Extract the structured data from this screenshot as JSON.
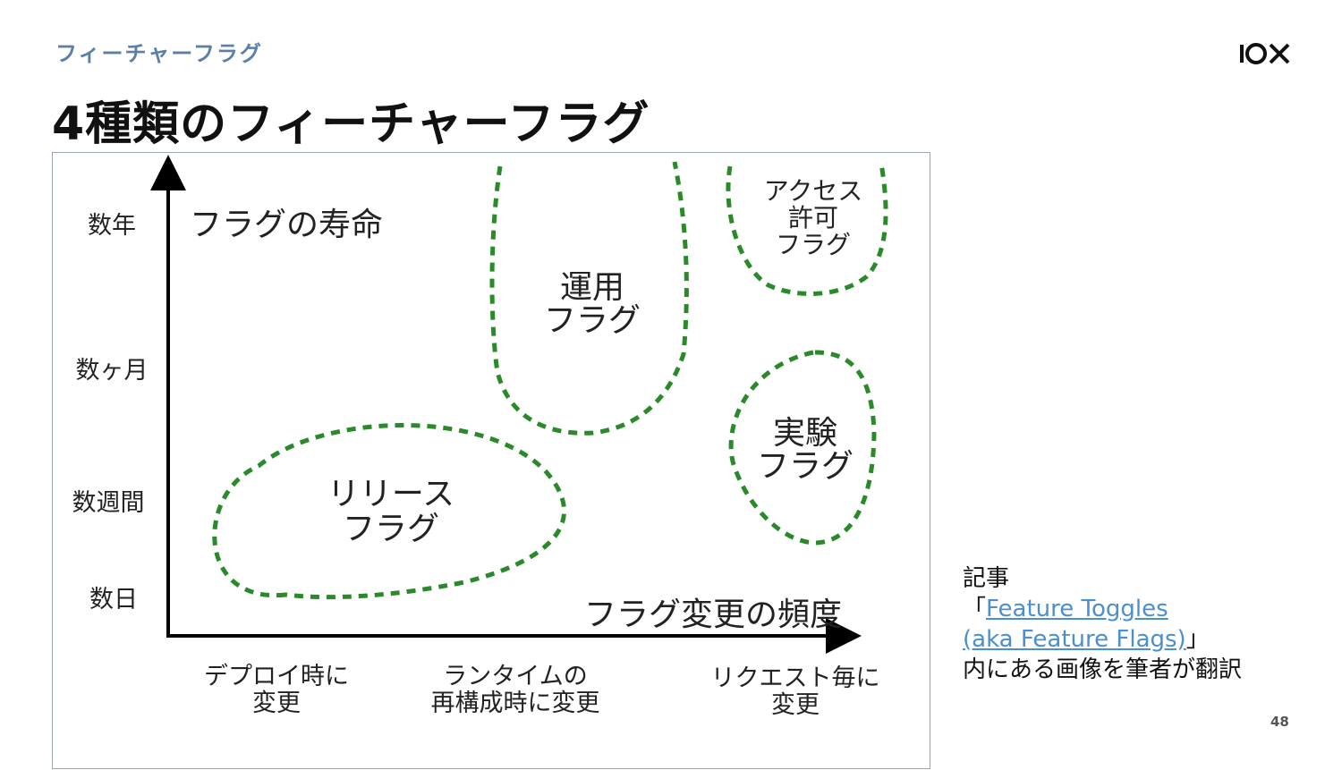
{
  "header": {
    "section_label": "フィーチャーフラグ",
    "title": "4種類のフィーチャーフラグ",
    "logo_text": "IOX"
  },
  "diagram": {
    "y_axis_title": "フラグの寿命",
    "x_axis_title": "フラグ変更の頻度",
    "y_ticks": [
      "数年",
      "数ヶ月",
      "数週間",
      "数日"
    ],
    "x_ticks": [
      {
        "line1": "デプロイ時に",
        "line2": "変更"
      },
      {
        "line1": "ランタイムの",
        "line2": "再構成時に変更"
      },
      {
        "line1": "リクエスト毎に",
        "line2": "変更"
      }
    ],
    "regions": [
      {
        "name": "release",
        "line1": "リリース",
        "line2": "フラグ"
      },
      {
        "name": "ops",
        "line1": "運用",
        "line2": "フラグ"
      },
      {
        "name": "permission",
        "line1": "アクセス",
        "line2": "許可",
        "line3": "フラグ"
      },
      {
        "name": "experiment",
        "line1": "実験",
        "line2": "フラグ"
      }
    ],
    "colors": {
      "outline": "#2a8a2a",
      "axis": "#000000"
    }
  },
  "caption": {
    "line1": "記事",
    "quote_open": "「",
    "link_line1": "Feature Toggles",
    "link_line2": "(aka Feature Flags)",
    "quote_close": "」",
    "line4": "内にある画像を筆者が翻訳"
  },
  "page_number": "48"
}
